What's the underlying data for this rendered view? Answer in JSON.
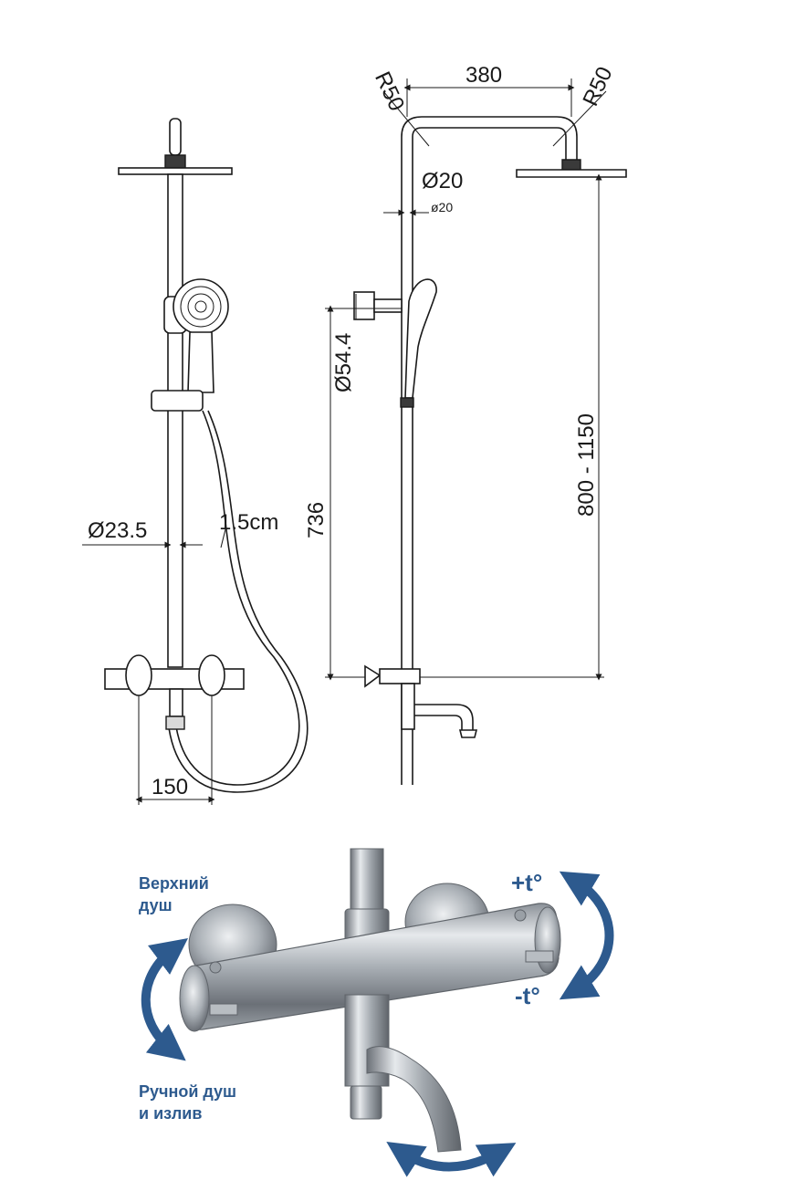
{
  "dimensions": {
    "r50_left": "R50",
    "width_380": "380",
    "r50_right": "R50",
    "diameter_20": "Ø20",
    "diameter_20_small": "ø20",
    "diameter_54_4": "Ø54.4",
    "height_736": "736",
    "height_range": "800 - 1150",
    "diameter_23_5": "Ø23.5",
    "hose_1_5": "1.5cm",
    "spacing_150": "150"
  },
  "labels": {
    "top_shower": [
      "Верхний",
      "душ"
    ],
    "hand_shower": [
      "Ручной душ",
      "и излив"
    ],
    "temp_plus": "+t°",
    "temp_minus": "-t°"
  },
  "colors": {
    "line": "#1a1a1a",
    "accent_blue": "#2d5a8e",
    "metal_light": "#d9dce0",
    "metal_dark": "#6b7077"
  }
}
